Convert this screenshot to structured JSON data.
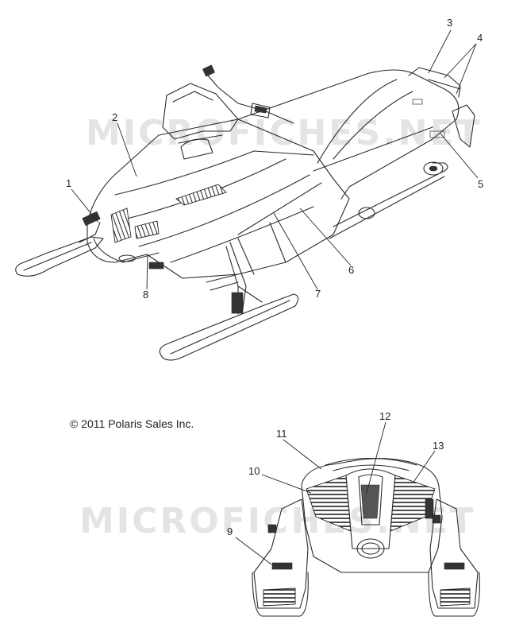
{
  "copyright": "© 2011 Polaris Sales Inc.",
  "watermark": "MICROFICHES.NET",
  "callouts": [
    {
      "id": "1",
      "text": "1"
    },
    {
      "id": "2",
      "text": "2"
    },
    {
      "id": "3",
      "text": "3"
    },
    {
      "id": "4",
      "text": "4"
    },
    {
      "id": "5",
      "text": "5"
    },
    {
      "id": "6",
      "text": "6"
    },
    {
      "id": "7",
      "text": "7"
    },
    {
      "id": "8",
      "text": "8"
    },
    {
      "id": "9",
      "text": "9"
    },
    {
      "id": "10",
      "text": "10"
    },
    {
      "id": "11",
      "text": "11"
    },
    {
      "id": "12",
      "text": "12"
    },
    {
      "id": "13",
      "text": "13"
    }
  ]
}
